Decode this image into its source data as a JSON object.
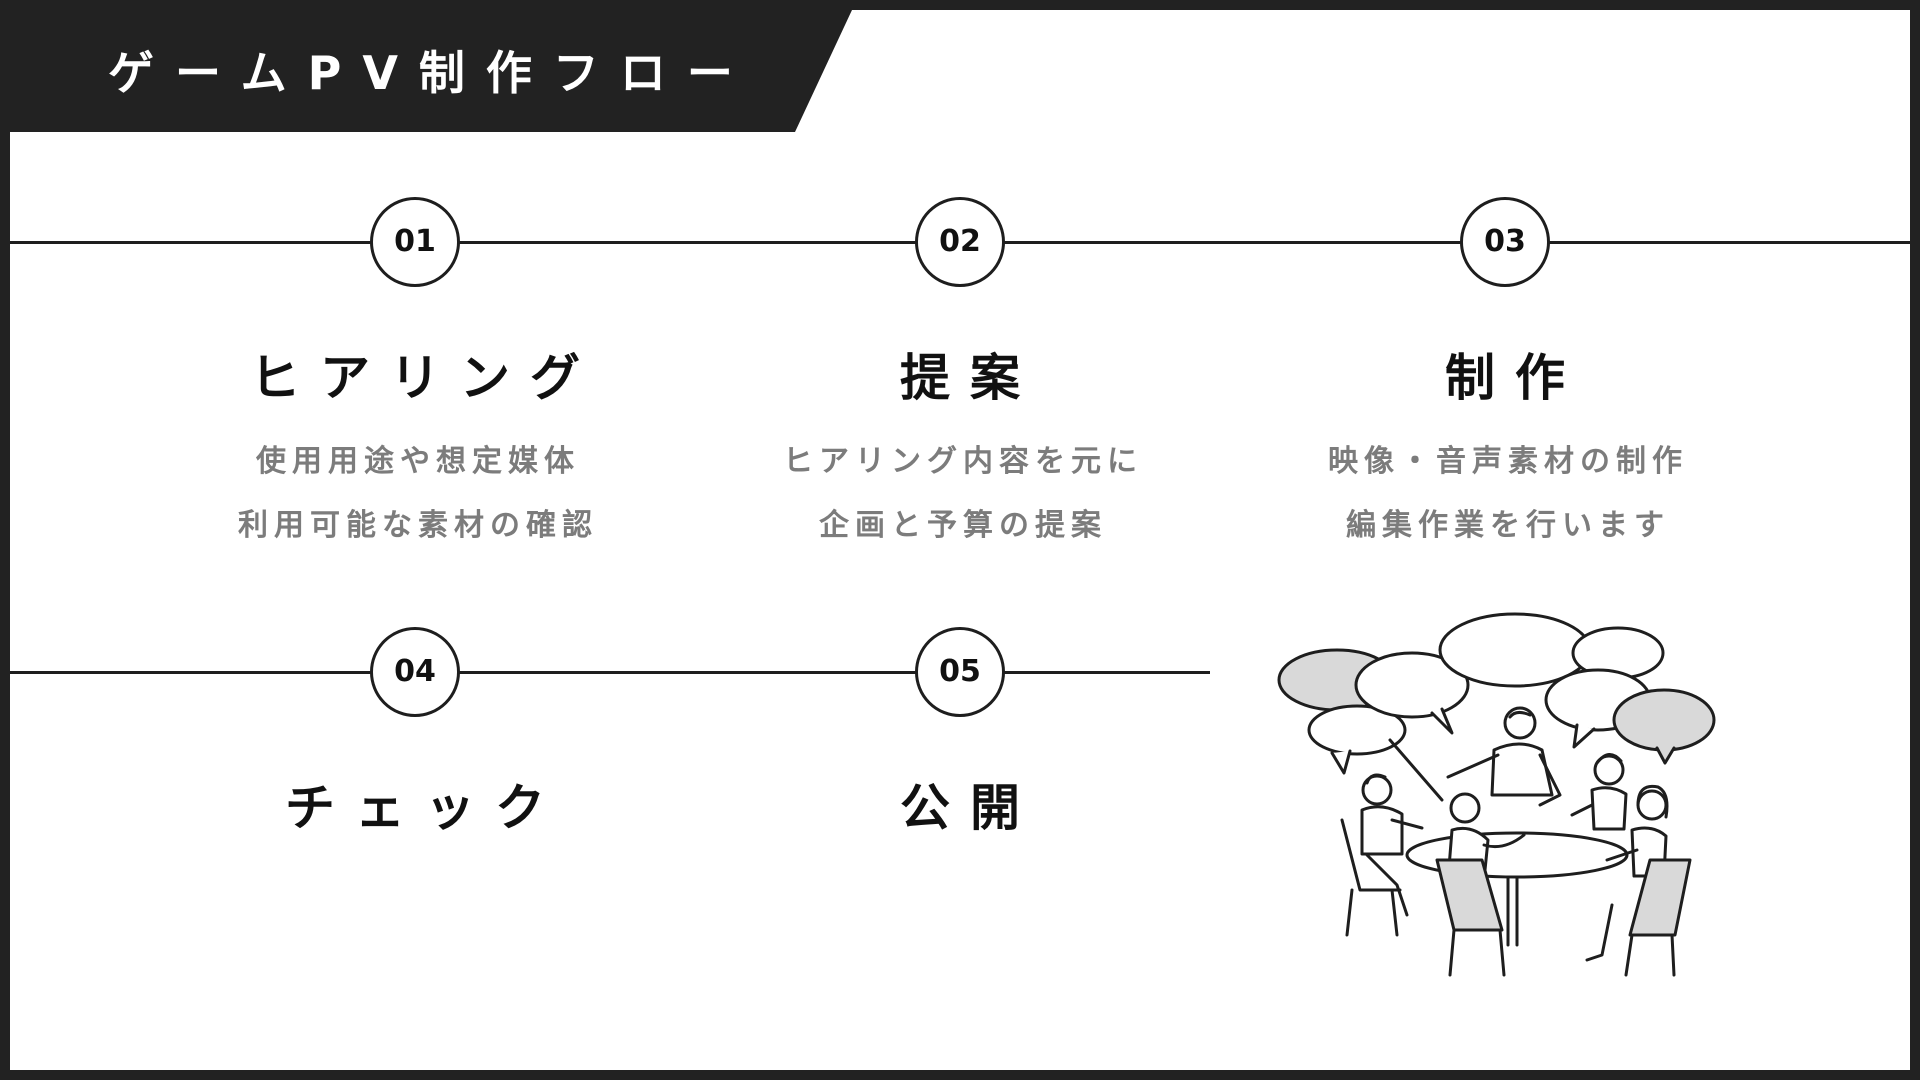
{
  "title": "ゲームPV制作フロー",
  "colors": {
    "band": "#222222",
    "line": "#1e1e1e",
    "text": "#111111",
    "muted": "#7c7c7c",
    "background": "#ffffff",
    "fill_gray": "#d9d9d9"
  },
  "steps": [
    {
      "number": "01",
      "title": "ヒアリング",
      "desc": [
        "使用用途や想定媒体",
        "利用可能な素材の確認"
      ]
    },
    {
      "number": "02",
      "title": "提案",
      "desc": [
        "ヒアリング内容を元に",
        "企画と予算の提案"
      ]
    },
    {
      "number": "03",
      "title": "制作",
      "desc": [
        "映像・音声素材の制作",
        "編集作業を行います"
      ]
    },
    {
      "number": "04",
      "title": "チェック"
    },
    {
      "number": "05",
      "title": "公開"
    }
  ],
  "illustration": {
    "icon": "meeting-illustration-icon"
  }
}
